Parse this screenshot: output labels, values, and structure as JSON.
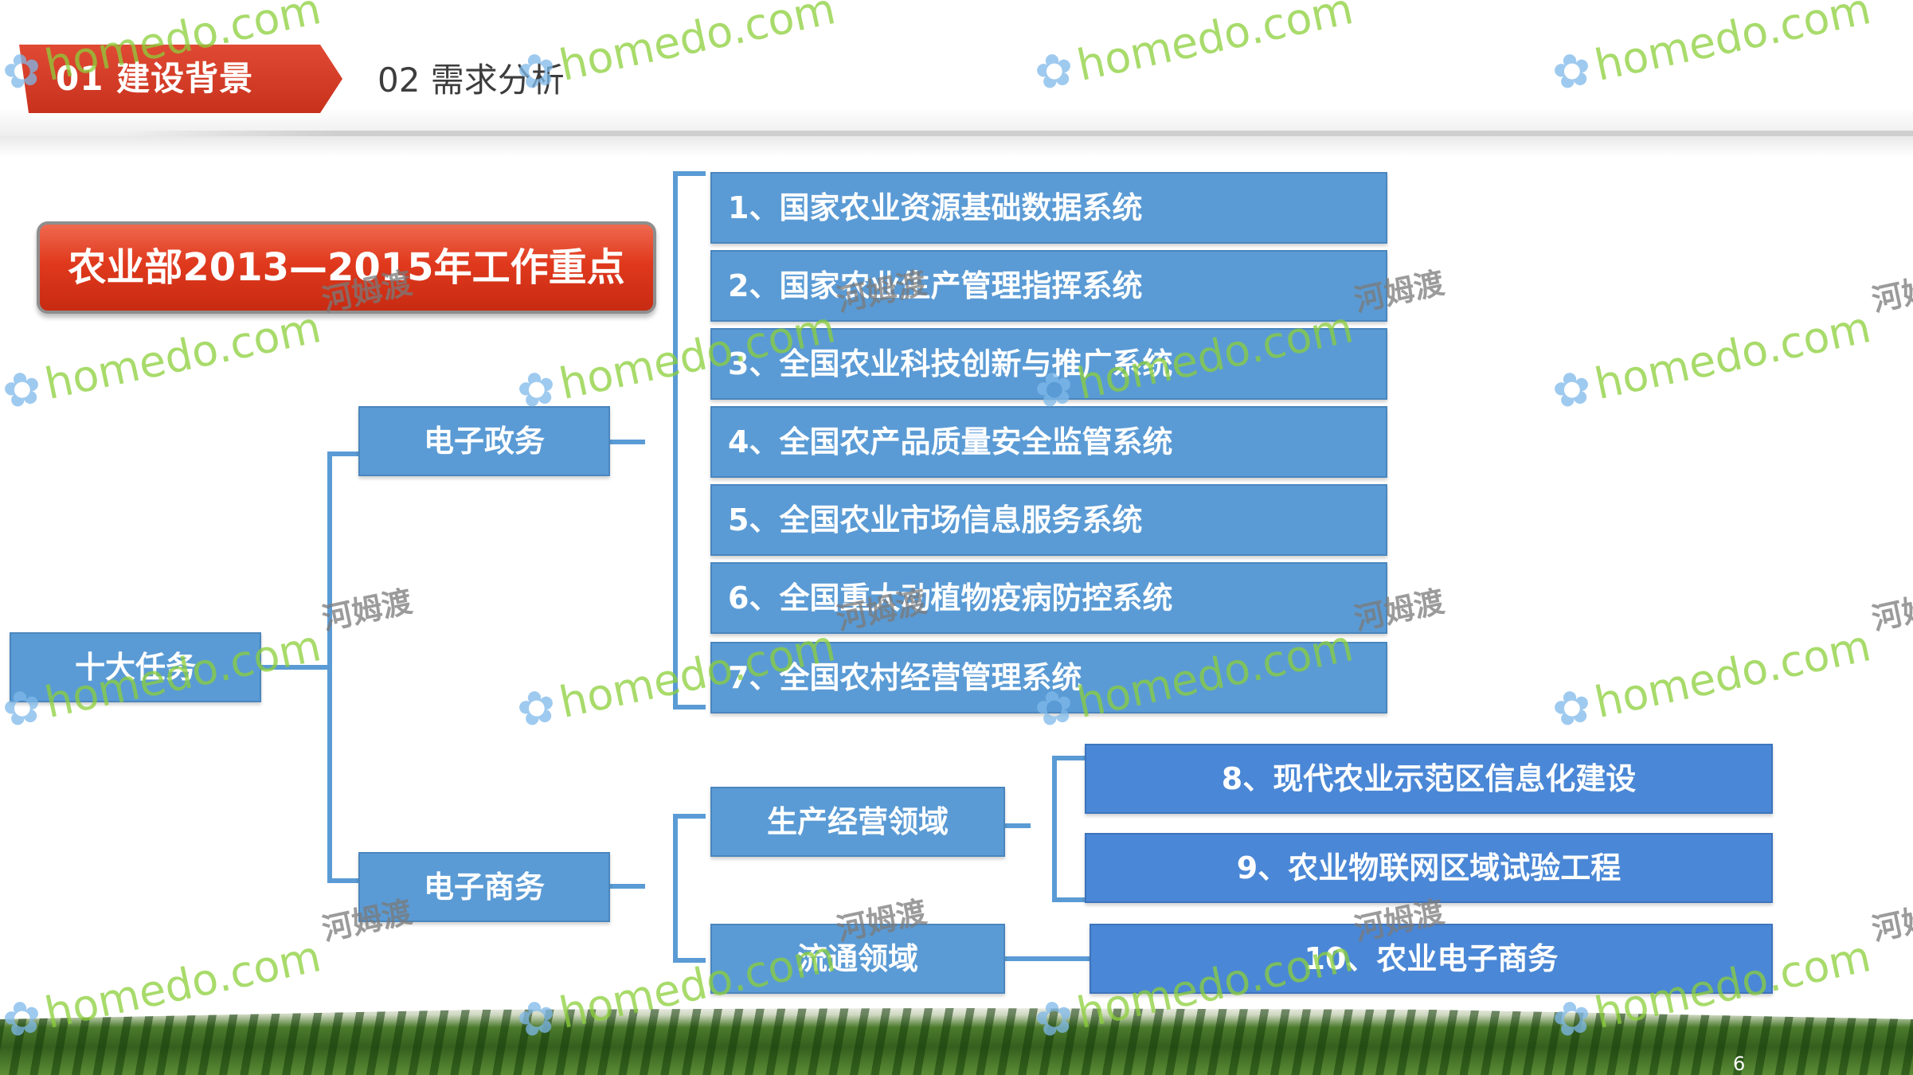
{
  "header": {
    "tab_active_label": "01 建设背景",
    "tab_inactive_label": "02 需求分析",
    "accent_color": "#d63a22"
  },
  "title_banner": {
    "label": "农业部2013—2015年工作重点"
  },
  "root": {
    "label": "十大任务"
  },
  "branches": {
    "e_gov": "电子政务",
    "e_commerce": "电子商务",
    "production": "生产经营领域",
    "circulation": "流通领域"
  },
  "e_gov_items": [
    "1、国家农业资源基础数据系统",
    "2、国家农业生产管理指挥系统",
    "3、全国农业科技创新与推广系统",
    "4、全国农产品质量安全监管系统",
    "5、全国农业市场信息服务系统",
    "6、全国重大动植物疫病防控系统",
    "7、全国农村经营管理系统"
  ],
  "production_items": [
    "8、现代农业示范区信息化建设",
    "9、农业物联网区域试验工程"
  ],
  "circulation_items": [
    "10、农业电子商务"
  ],
  "watermark": {
    "brand": "homedo.com",
    "cn": "河姆渡",
    "icon": "flower-icon"
  },
  "footer": {
    "page_number": "6"
  },
  "colors": {
    "box_light": "#5a9bd5",
    "box_mid": "#4a87d6",
    "connector": "#5a9bd5",
    "title_red": "#e0391d"
  }
}
